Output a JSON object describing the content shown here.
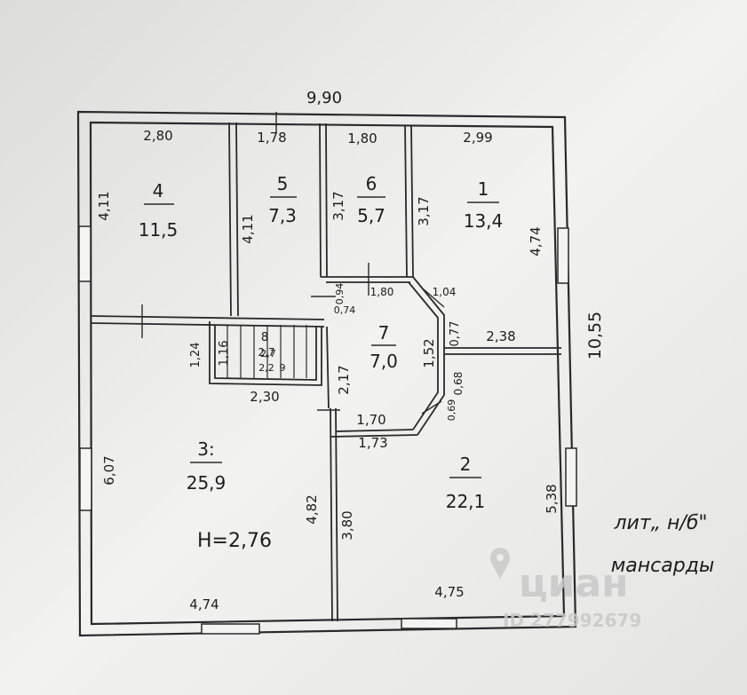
{
  "overall": {
    "width": "9,90",
    "height": "10,55"
  },
  "rooms": [
    {
      "num": "4",
      "area": "11,5"
    },
    {
      "num": "5",
      "area": "7,3"
    },
    {
      "num": "6",
      "area": "5,7"
    },
    {
      "num": "1",
      "area": "13,4"
    },
    {
      "num": "7",
      "area": "7,0"
    },
    {
      "num": "8",
      "area": "2,7"
    },
    {
      "num": "3:",
      "area": "25,9"
    },
    {
      "num": "2",
      "area": "22,1"
    }
  ],
  "stair_dims": [
    "2,7",
    "2,2",
    "9"
  ],
  "dims": [
    "2,80",
    "1,78",
    "1,80",
    "2,99",
    "4,11",
    "4,11",
    "3,17",
    "3,17",
    "4,74",
    "0,94",
    "1,80",
    "1,04",
    "0,74",
    "1,16",
    "1,24",
    "2,30",
    "2,17",
    "1,52",
    "0,77",
    "2,38",
    "0,68",
    "0,69",
    "1,70",
    "1,73",
    "6,07",
    "4,82",
    "3,80",
    "5,38",
    "4,74",
    "4,75"
  ],
  "height_note": "H=2,76",
  "caption": {
    "line1": "лит„ н/б\"",
    "line2": "мансарды"
  },
  "watermark": {
    "brand": "циан",
    "id": "ID 277992679"
  }
}
